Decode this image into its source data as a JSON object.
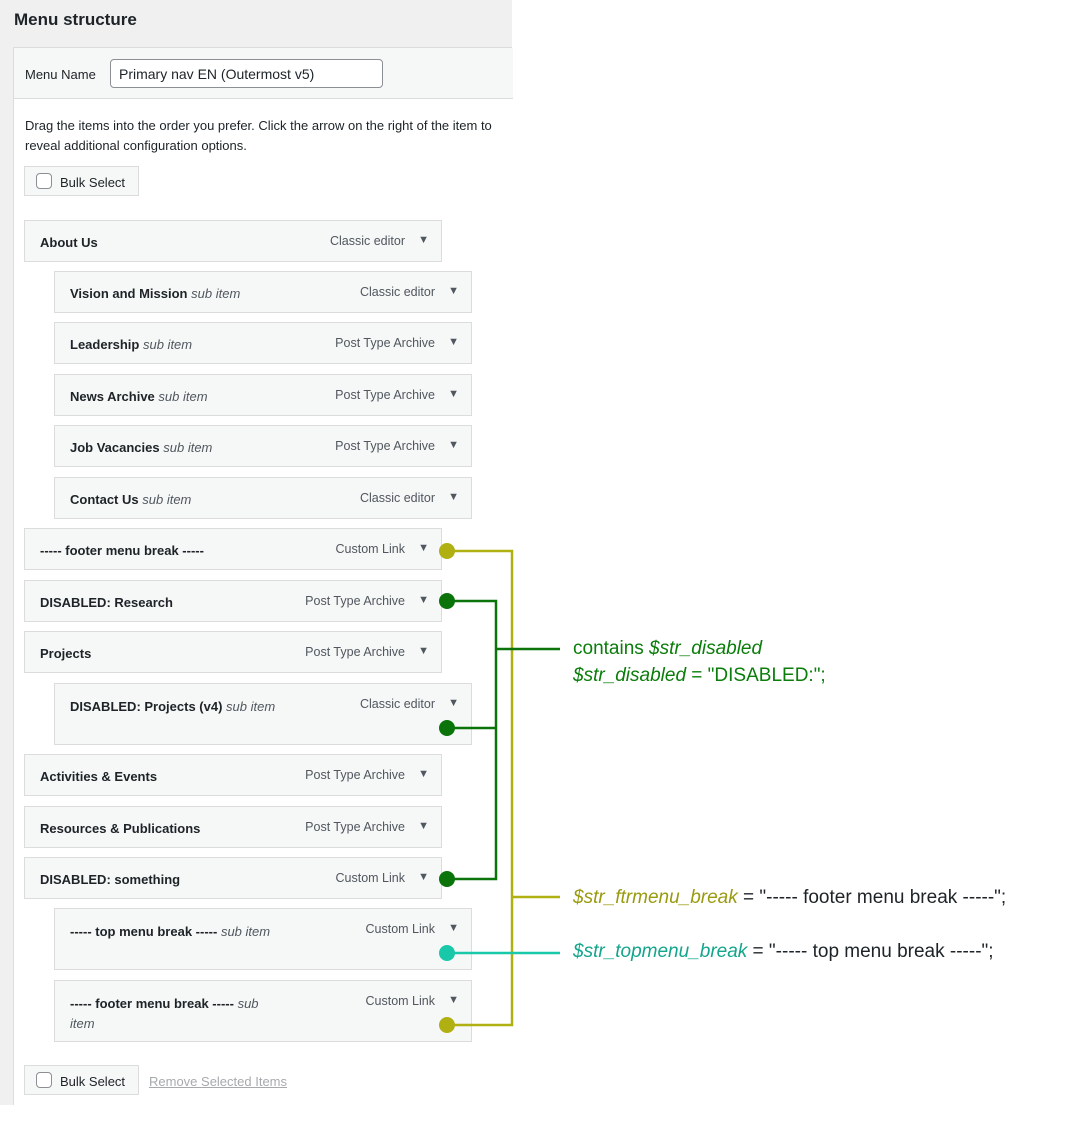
{
  "heading": "Menu structure",
  "menu_name": {
    "label": "Menu Name",
    "value": "Primary nav EN (Outermost v5)"
  },
  "instructions": "Drag the items into the order you prefer. Click the arrow on the right of the item to reveal additional configuration options.",
  "bulk_select_label": "Bulk Select",
  "remove_selected_label": "Remove Selected Items",
  "items": [
    {
      "title": "About Us",
      "sub": "",
      "type": "Classic editor"
    },
    {
      "title": "Vision and Mission",
      "sub": "sub item",
      "type": "Classic editor"
    },
    {
      "title": "Leadership",
      "sub": "sub item",
      "type": "Post Type Archive"
    },
    {
      "title": "News Archive",
      "sub": "sub item",
      "type": "Post Type Archive"
    },
    {
      "title": "Job Vacancies",
      "sub": "sub item",
      "type": "Post Type Archive"
    },
    {
      "title": "Contact Us",
      "sub": "sub item",
      "type": "Classic editor"
    },
    {
      "title": "----- footer menu break -----",
      "sub": "",
      "type": "Custom Link"
    },
    {
      "title": "DISABLED: Research",
      "sub": "",
      "type": "Post Type Archive"
    },
    {
      "title": "Projects",
      "sub": "",
      "type": "Post Type Archive"
    },
    {
      "title": "DISABLED: Projects (v4)",
      "sub": "sub item",
      "type": "Classic editor"
    },
    {
      "title": "Activities & Events",
      "sub": "",
      "type": "Post Type Archive"
    },
    {
      "title": "Resources & Publications",
      "sub": "",
      "type": "Post Type Archive"
    },
    {
      "title": "DISABLED: something",
      "sub": "",
      "type": "Custom Link"
    },
    {
      "title": "----- top menu break -----",
      "sub": "sub item",
      "type": "Custom Link"
    },
    {
      "title": "----- footer menu break -----",
      "sub": "sub item",
      "type": "Custom Link"
    }
  ],
  "annotations": {
    "disabled": {
      "line1_prefix": "contains ",
      "line1_var": "$str_disabled",
      "line2_var": "$str_disabled",
      "line2_rest": " = \"DISABLED:\";",
      "color": "#0a7d0a"
    },
    "ftrmenu": {
      "var": "$str_ftrmenu_break",
      "rest": " = \"----- footer menu break -----\";",
      "color": "#9a9a0f"
    },
    "topmenu": {
      "var": "$str_topmenu_break",
      "rest": " = \"----- top menu break -----\";",
      "color": "#14a58c"
    }
  },
  "colors": {
    "olive": "#b0b012",
    "green": "#0a730a",
    "teal": "#18c8a8"
  }
}
